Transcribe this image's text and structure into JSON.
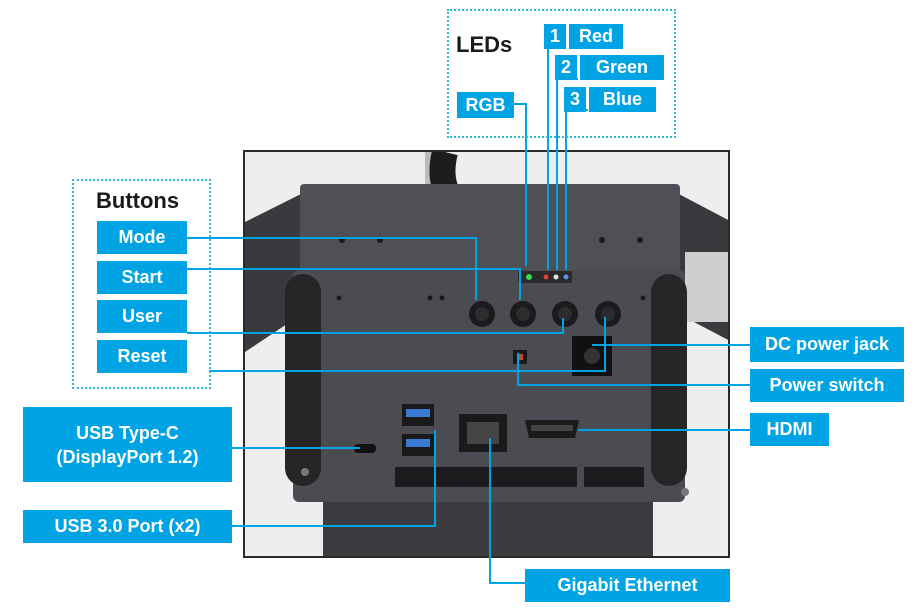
{
  "leds": {
    "title": "LEDs",
    "items": [
      {
        "num": "1",
        "name": "Red"
      },
      {
        "num": "2",
        "name": "Green"
      },
      {
        "num": "3",
        "name": "Blue"
      }
    ],
    "rgb_label": "RGB"
  },
  "buttons": {
    "title": "Buttons",
    "items": [
      "Mode",
      "Start",
      "User",
      "Reset"
    ]
  },
  "left_labels": {
    "usb_c_line1": "USB Type-C",
    "usb_c_line2": "(DisplayPort 1.2)",
    "usb3": "USB 3.0 Port (x2)"
  },
  "right_labels": {
    "dc": "DC power jack",
    "power": "Power switch",
    "hdmi": "HDMI"
  },
  "bottom_label": "Gigabit Ethernet",
  "colors": {
    "label_bg": "#00a3e4",
    "line": "#00a3e4",
    "box_border": "#2fb7cf",
    "case": "#4b4b52"
  }
}
